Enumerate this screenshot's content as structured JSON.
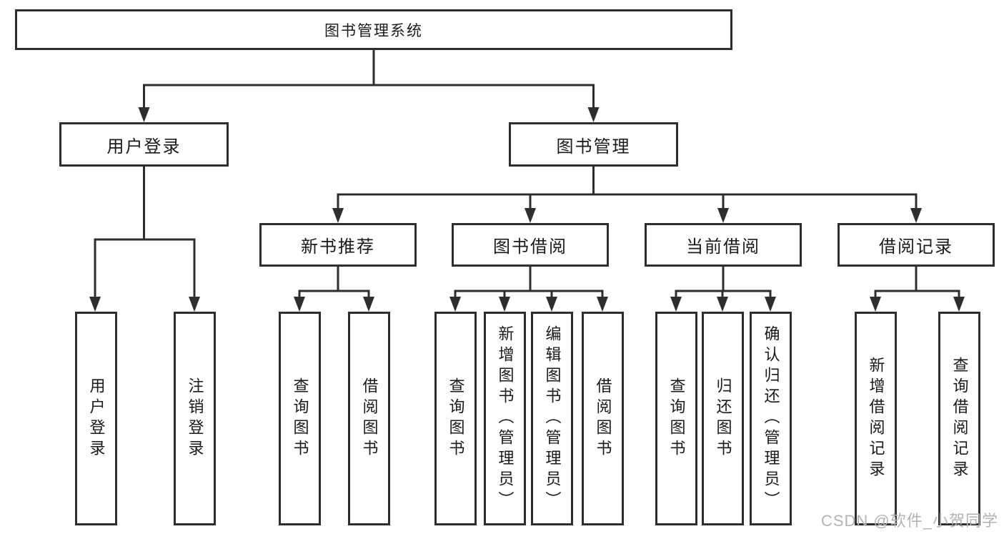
{
  "diagram": {
    "root": "图书管理系统",
    "branches": [
      {
        "label": "用户登录",
        "children": [
          "用户登录",
          "注销登录"
        ]
      },
      {
        "label": "图书管理",
        "children": [
          {
            "label": "新书推荐",
            "children": [
              "查询图书",
              "借阅图书"
            ]
          },
          {
            "label": "图书借阅",
            "children": [
              "查询图书",
              "新增图书（管理员）",
              "编辑图书（管理员）",
              "借阅图书"
            ]
          },
          {
            "label": "当前借阅",
            "children": [
              "查询图书",
              "归还图书",
              "确认归还（管理员）"
            ]
          },
          {
            "label": "借阅记录",
            "children": [
              "新增借阅记录",
              "查询借阅记录"
            ]
          }
        ]
      }
    ],
    "watermark": "CSDN @软件_小贺同学",
    "colors": {
      "line": "#2e2e2e",
      "box_border": "#2e2e2e",
      "text": "#1a1a1a",
      "watermark": "#b3b3b3",
      "background": "#ffffff"
    }
  }
}
